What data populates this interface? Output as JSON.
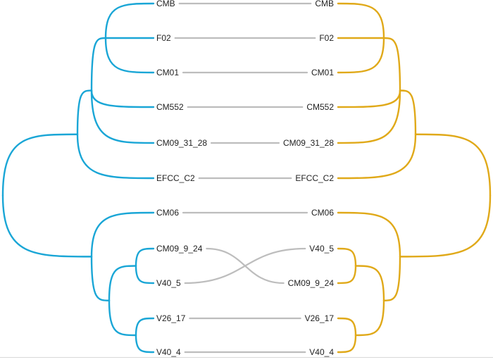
{
  "colors": {
    "left_tree": "#1aa6d6",
    "right_tree": "#e0a919",
    "connector": "#bdbdbd",
    "label": "#222222"
  },
  "left_tree": {
    "leaves": [
      "CMB",
      "F02",
      "CM01",
      "CM552",
      "CM09_31_28",
      "EFCC_C2",
      "CM06",
      "CM09_9_24",
      "V40_5",
      "V26_17",
      "V40_4"
    ]
  },
  "right_tree": {
    "leaves": [
      "CMB",
      "F02",
      "CM01",
      "CM552",
      "CM09_31_28",
      "EFCC_C2",
      "CM06",
      "V40_5",
      "CM09_9_24",
      "V26_17",
      "V40_4"
    ]
  }
}
